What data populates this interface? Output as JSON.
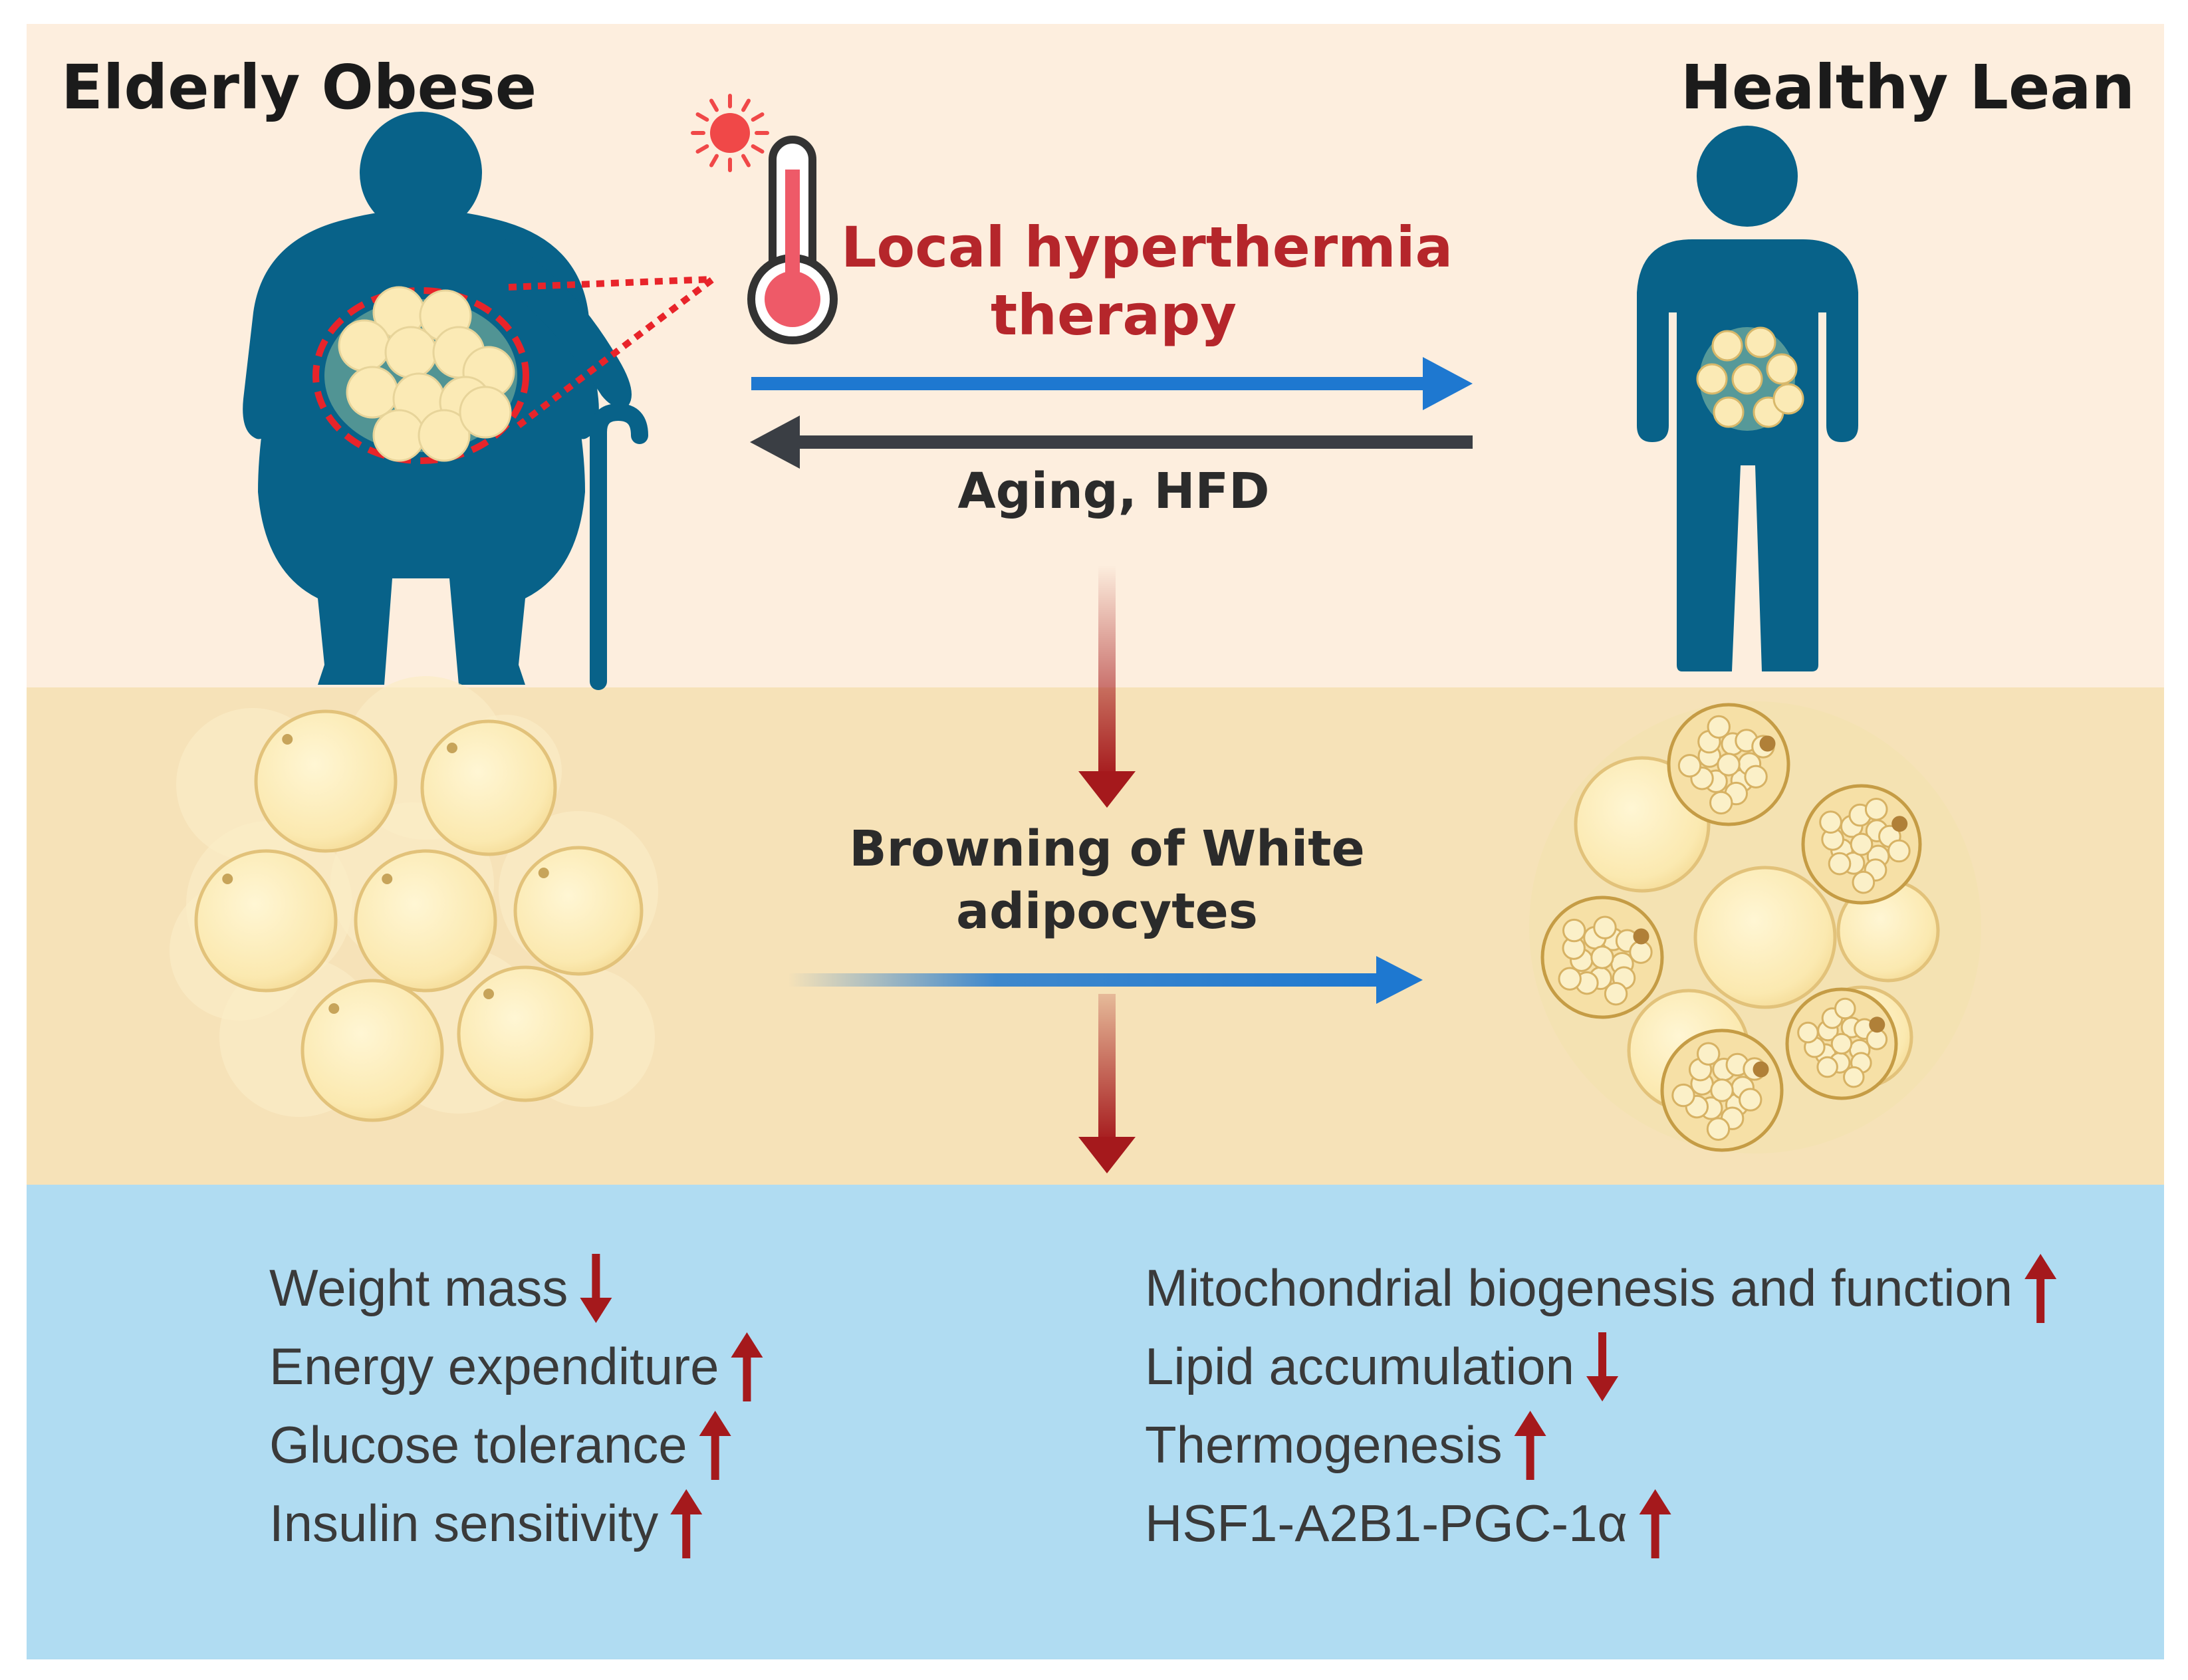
{
  "titles": {
    "left": "Elderly Obese",
    "right": "Healthy Lean"
  },
  "therapy": {
    "line1": "Local hyperthermia",
    "line2": "therapy"
  },
  "reverse_label": "Aging, HFD",
  "browning": {
    "line1": "Browning of White",
    "line2": "adipocytes"
  },
  "effects_left": [
    {
      "text": "Weight mass",
      "direction": "down"
    },
    {
      "text": "Energy expenditure",
      "direction": "up"
    },
    {
      "text": "Glucose tolerance",
      "direction": "up"
    },
    {
      "text": "Insulin sensitivity",
      "direction": "up"
    }
  ],
  "effects_right": [
    {
      "text": "Mitochondrial biogenesis and function",
      "direction": "up"
    },
    {
      "text": "Lipid accumulation",
      "direction": "down"
    },
    {
      "text": "Thermogenesis",
      "direction": "up"
    },
    {
      "text": "HSF1-A2B1-PGC-1α",
      "direction": "up"
    }
  ],
  "colors": {
    "top_band": "#fdeede",
    "mid_band": "#f6e2b8",
    "bottom_band": "#b0dcf2",
    "figure": "#086289",
    "blue_arrow": "#1e78d0",
    "dark_arrow": "#3a3e44",
    "red_arrow": "#a5191c",
    "fat_cell": "#fbeab5",
    "fat_outline": "#e2c27a"
  }
}
